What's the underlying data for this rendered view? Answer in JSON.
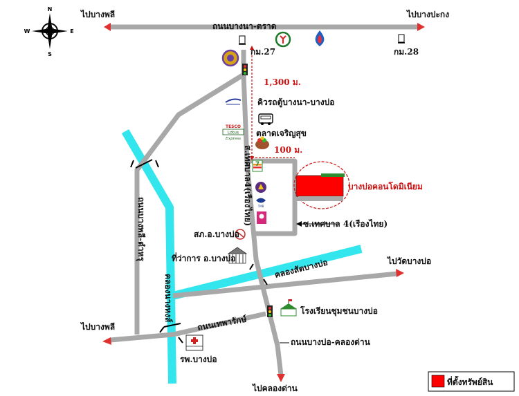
{
  "compass": {
    "n": "N",
    "s": "S",
    "e": "E",
    "w": "W"
  },
  "roads": {
    "main_highway": "ถนนบางนา-ตราด",
    "km27": "กม.27",
    "km28": "กม.28",
    "to_bangphli_top": "ไปบางพลี",
    "to_bangpakong": "ไปบางปะกง",
    "side_road": "ส.เทศบาล4(เรืองไทย)",
    "soi": "ซ.เทศบาล 4(เรืองไทย)",
    "left_road": "ถนนบางพลี-ตำหรุ",
    "thepharak": "ถนนเทพารักษ์",
    "to_bangphli_bottom": "ไปบางพลี",
    "to_wat_bangbo": "ไปวัดบางบ่อ",
    "bangbo_klongdan": "ถนนบางบ่อ-คลองด่าน",
    "to_klongdan": "ไปคลองด่าน"
  },
  "canals": {
    "vertical": "คลองนางหงส์",
    "horizontal": "คลองสัตบางบ่อ"
  },
  "distances": {
    "d1": "1,300 ม.",
    "d2": "100 ม."
  },
  "places": {
    "van": "คิวรถตู้บางนา-บางบ่อ",
    "market": "ตลาดเจริญสุข",
    "property": "บางบ่อคอนโดมิเนียม",
    "police": "สภ.อ.บางบ่อ",
    "district": "ที่ว่าการ อ.บางบ่อ",
    "school": "โรงเรียนชุมชนบางบ่อ",
    "hospital": "รพ.บางบ่อ"
  },
  "logos": {
    "lotus_top": "TESCO",
    "lotus_mid": "Lotus",
    "lotus_bot": "Express"
  },
  "legend": {
    "label": "ที่ตั้งทรัพย์สิน"
  },
  "colors": {
    "road": "#a8a8a8",
    "canal": "#33e6ee",
    "arrow": "#e03030",
    "property": "#ff0000",
    "property_roof": "#2e8b2e"
  }
}
